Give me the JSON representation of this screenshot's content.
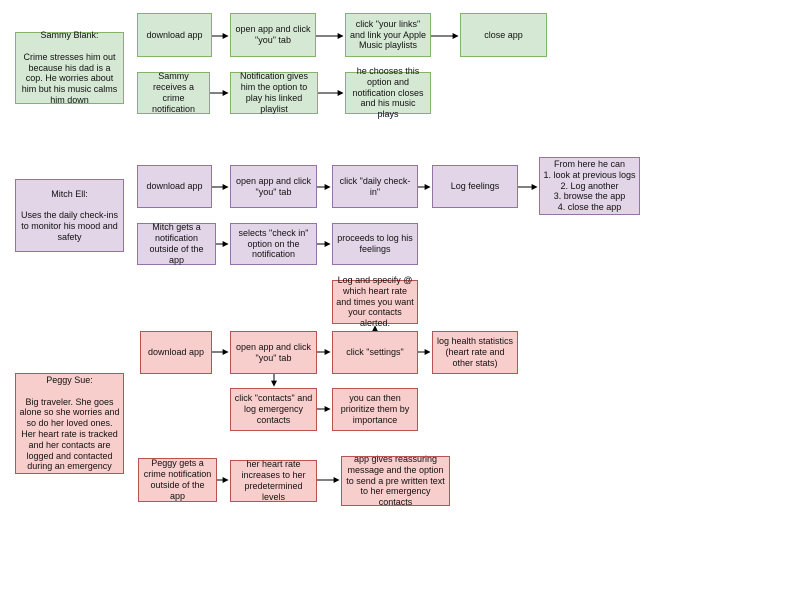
{
  "personas": {
    "sammy": "Sammy Blank:\n\nCrime stresses him out because his dad is a cop. He worries about him but his music calms him down",
    "mitch": "Mitch Ell:\n\nUses the daily check-ins to monitor his mood and safety",
    "peggy": "Peggy Sue:\n\nBig traveler. She goes alone so she worries and so do her loved ones. Her heart rate is tracked and her contacts are logged and contacted during an emergency"
  },
  "sammy_flow": {
    "download": "download app",
    "open": "open app and click \"you\" tab",
    "links": "click \"your links\" and link your Apple Music playlists",
    "close": "close app",
    "notify": "Sammy receives a crime notification",
    "option": "Notification gives him the option to play his linked playlist",
    "choose": "he chooses this option and notification closes and his music plays"
  },
  "mitch_flow": {
    "download": "download app",
    "open": "open app and click \"you\" tab",
    "checkin": "click \"daily check-in\"",
    "log": "Log feelings",
    "options": "From here he can\n1. look at previous logs\n2. Log another\n3. browse the app\n4. close the app",
    "notify": "Mitch gets a notification outside of the app",
    "select": "selects \"check in\" option on the notification",
    "proceed": "proceeds to log his feelings"
  },
  "peggy_flow": {
    "specify": "Log and specify @ which heart rate and times you want your contacts alerted.",
    "download": "download app",
    "open": "open app and click \"you\" tab",
    "settings": "click \"settings\"",
    "health": "log health statistics (heart rate and other stats)",
    "contacts": "click \"contacts\" and log emergency contacts",
    "prioritize": "you can then prioritize them by importance",
    "notify": "Peggy gets a crime notification outside of the app",
    "heart": "her heart rate increases to her predetermined levels",
    "reassure": "app gives reassuring message and the option to send a pre written text to her emergency contacts"
  },
  "colors": {
    "green_fill": "#d5e8d4",
    "green_stroke": "#82b366",
    "purple_fill": "#e1d5e7",
    "purple_stroke": "#9673a6",
    "red_fill": "#f8cecc",
    "red_stroke": "#b85450",
    "arrow": "#000000"
  }
}
